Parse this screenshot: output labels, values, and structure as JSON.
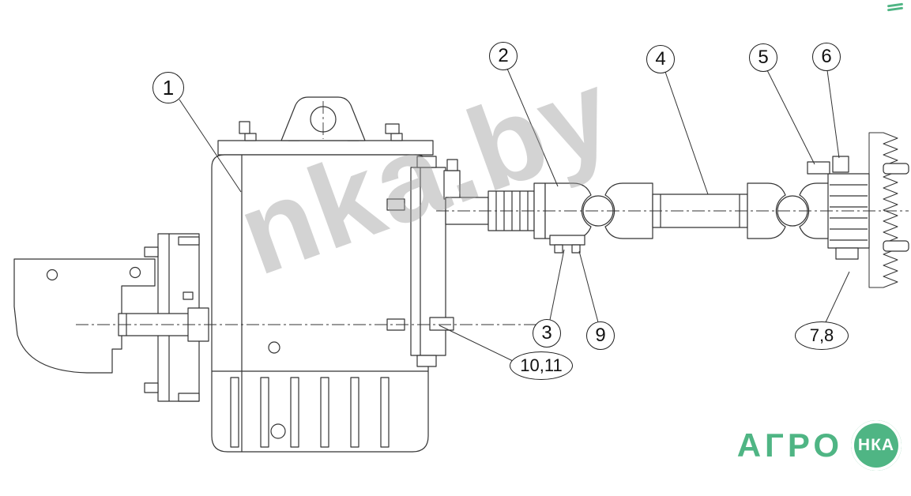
{
  "watermark": {
    "text": "nka.by"
  },
  "logo": {
    "agro": "АГРО",
    "nka": "НКА"
  },
  "callouts": [
    {
      "label": "1"
    },
    {
      "label": "2"
    },
    {
      "label": "4"
    },
    {
      "label": "5"
    },
    {
      "label": "6"
    },
    {
      "label": "3"
    },
    {
      "label": "9"
    },
    {
      "label": "10,11"
    },
    {
      "label": "7,8"
    }
  ]
}
